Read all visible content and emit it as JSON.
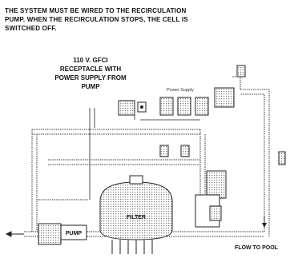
{
  "warning": {
    "line1": "THE SYSTEM  MUST BE WIRED TO THE RECIRCULATION",
    "line2": "PUMP. WHEN THE RECIRCULATION STOPS, THE CELL IS",
    "line3": "SWITCHED OFF."
  },
  "receptacle": {
    "line1": "110 V. GFCI",
    "line2": "RECEPTACLE WITH",
    "line3": "POWER SUPPLY FROM",
    "line4": "PUMP"
  },
  "labels": {
    "filter": "FILTER",
    "pump": "PUMP",
    "flow_to_pool": "FLOW TO POOL",
    "power_supply": "Power Supply"
  }
}
